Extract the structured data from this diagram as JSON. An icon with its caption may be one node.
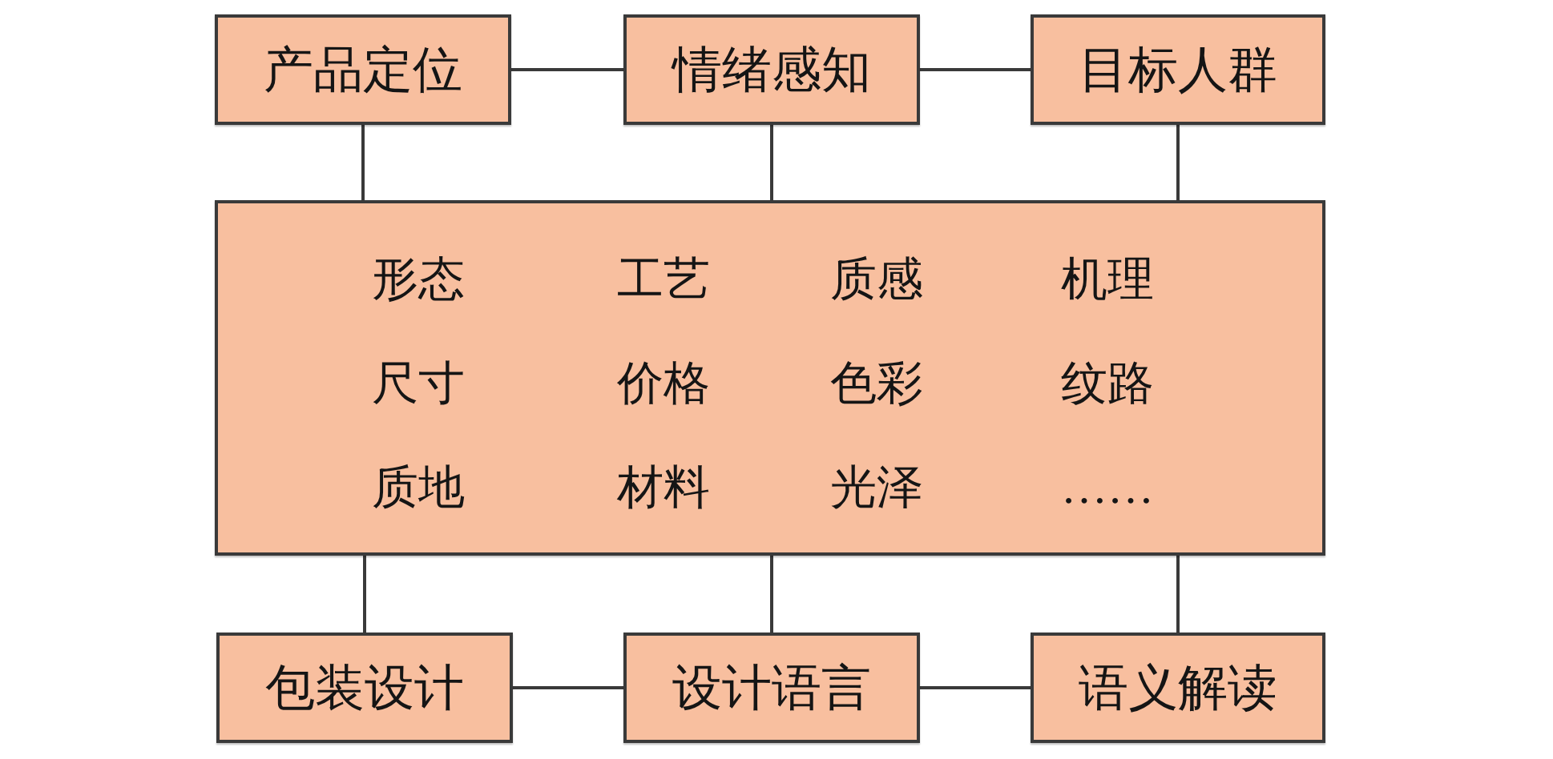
{
  "diagram": {
    "nodes": [
      {
        "text": [
          "产品定位"
        ]
      },
      {
        "text": [
          "情绪感知"
        ]
      },
      {
        "text": [
          "目标人群"
        ]
      },
      {
        "text": [
          "形态",
          "工艺",
          "质感",
          "机理",
          "尺寸",
          "价格",
          "色彩",
          "纹路",
          "质地",
          "材料",
          "光泽",
          "……"
        ]
      },
      {
        "text": [
          "包装设计"
        ]
      },
      {
        "text": [
          "设计语言"
        ]
      },
      {
        "text": [
          "语义解读"
        ]
      }
    ],
    "edges": [
      {
        "from": 0,
        "to": 1,
        "arrow": "none"
      },
      {
        "from": 1,
        "to": 2,
        "arrow": "none"
      },
      {
        "from": 0,
        "to": 3,
        "arrow": "none"
      },
      {
        "from": 1,
        "to": 3,
        "arrow": "none"
      },
      {
        "from": 2,
        "to": 3,
        "arrow": "none"
      },
      {
        "from": 3,
        "to": 4,
        "arrow": "none"
      },
      {
        "from": 3,
        "to": 5,
        "arrow": "none"
      },
      {
        "from": 3,
        "to": 6,
        "arrow": "none"
      },
      {
        "from": 4,
        "to": 5,
        "arrow": "none"
      },
      {
        "from": 5,
        "to": 6,
        "arrow": "none"
      }
    ]
  }
}
